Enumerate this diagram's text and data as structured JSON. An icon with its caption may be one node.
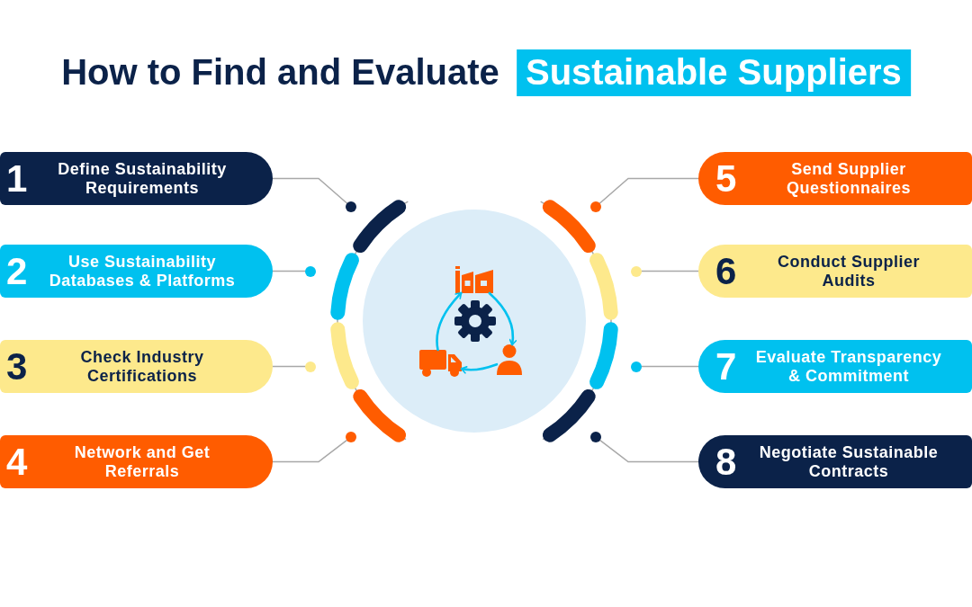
{
  "diagram": {
    "title": "How to Find and Evaluate **Sustainable Suppliers**",
    "nodes": [
      {
        "text": [
          "1",
          "Define Sustainability Requirements"
        ]
      },
      {
        "text": [
          "2",
          "Use Sustainability Databases & Platforms"
        ]
      },
      {
        "text": [
          "3",
          "Check Industry Certifications"
        ]
      },
      {
        "text": [
          "4",
          "Network and Get Referrals"
        ]
      },
      {
        "text": [
          "5",
          "Send Supplier Questionnaires"
        ]
      },
      {
        "text": [
          "6",
          "Conduct Supplier Audits"
        ]
      },
      {
        "text": [
          "7",
          "Evaluate Transparency & Commitment"
        ]
      },
      {
        "text": [
          "8",
          "Negotiate Sustainable Contracts"
        ]
      },
      {
        "text": [],
        "shape": "circle"
      },
      {
        "text": [],
        "shape": "circle"
      },
      {
        "text": [],
        "shape": "circle"
      },
      {
        "text": [],
        "shape": "circle"
      },
      {
        "text": [],
        "shape": "circle"
      },
      {
        "text": [],
        "shape": "circle"
      },
      {
        "text": [],
        "shape": "circle"
      },
      {
        "text": [],
        "shape": "circle"
      },
      {
        "text": [],
        "shape": "circle"
      },
      {
        "text": [],
        "shape": "picture",
        "in": 16
      },
      {
        "text": [],
        "shape": "picture",
        "in": 16
      },
      {
        "text": [],
        "shape": "picture",
        "in": 16
      }
    ],
    "edges": [
      {
        "from": 0,
        "to": 8,
        "arrow": "none"
      },
      {
        "from": 1,
        "to": 9,
        "arrow": "none"
      },
      {
        "from": 2,
        "to": 10,
        "arrow": "none"
      },
      {
        "from": 3,
        "to": 11,
        "arrow": "none"
      },
      {
        "from": 4,
        "to": 12,
        "arrow": "none"
      },
      {
        "from": 5,
        "to": 13,
        "arrow": "none"
      },
      {
        "from": 6,
        "to": 14,
        "arrow": "none"
      },
      {
        "from": 7,
        "to": 15,
        "arrow": "none"
      },
      {
        "from": 19,
        "to": 17,
        "arrow": "to",
        "color": "#00c1ef"
      },
      {
        "from": 17,
        "to": 18,
        "arrow": "to",
        "color": "#00c1ef"
      },
      {
        "from": 18,
        "to": 19,
        "arrow": "to",
        "color": "#00c1ef"
      }
    ]
  }
}
